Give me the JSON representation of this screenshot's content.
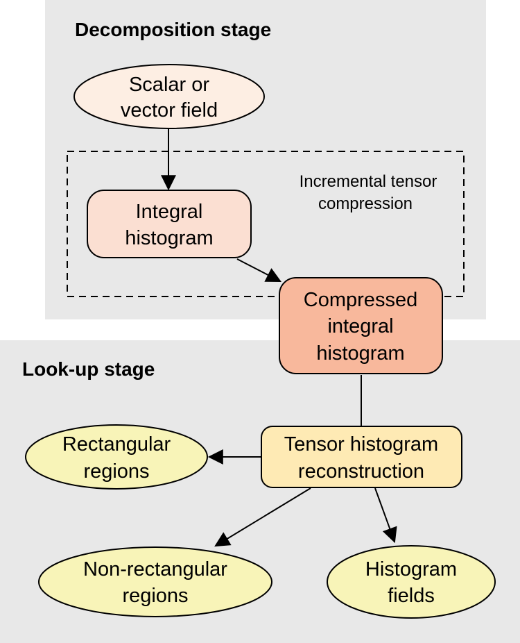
{
  "stages": {
    "decomposition_title": "Decomposition stage",
    "lookup_title": "Look-up stage"
  },
  "note": {
    "line1": "Incremental tensor",
    "line2": "compression"
  },
  "nodes": {
    "scalar_field": {
      "line1": "Scalar or",
      "line2": "vector field"
    },
    "integral_histogram": {
      "line1": "Integral",
      "line2": "histogram"
    },
    "compressed_histogram": {
      "line1": "Compressed",
      "line2": "integral",
      "line3": "histogram"
    },
    "tensor_reconstruction": {
      "line1": "Tensor histogram",
      "line2": "reconstruction"
    },
    "rectangular_regions": {
      "line1": "Rectangular",
      "line2": "regions"
    },
    "nonrectangular_regions": {
      "line1": "Non-rectangular",
      "line2": "regions"
    },
    "histogram_fields": {
      "line1": "Histogram",
      "line2": "fields"
    }
  },
  "colors": {
    "stage_background": "#e8e8e8",
    "input_fill": "#fdeee3",
    "integral_fill": "#fbdfd2",
    "compressed_fill": "#f8b89c",
    "reconstruction_fill": "#feeab4",
    "output_fill": "#f8f4b8"
  }
}
